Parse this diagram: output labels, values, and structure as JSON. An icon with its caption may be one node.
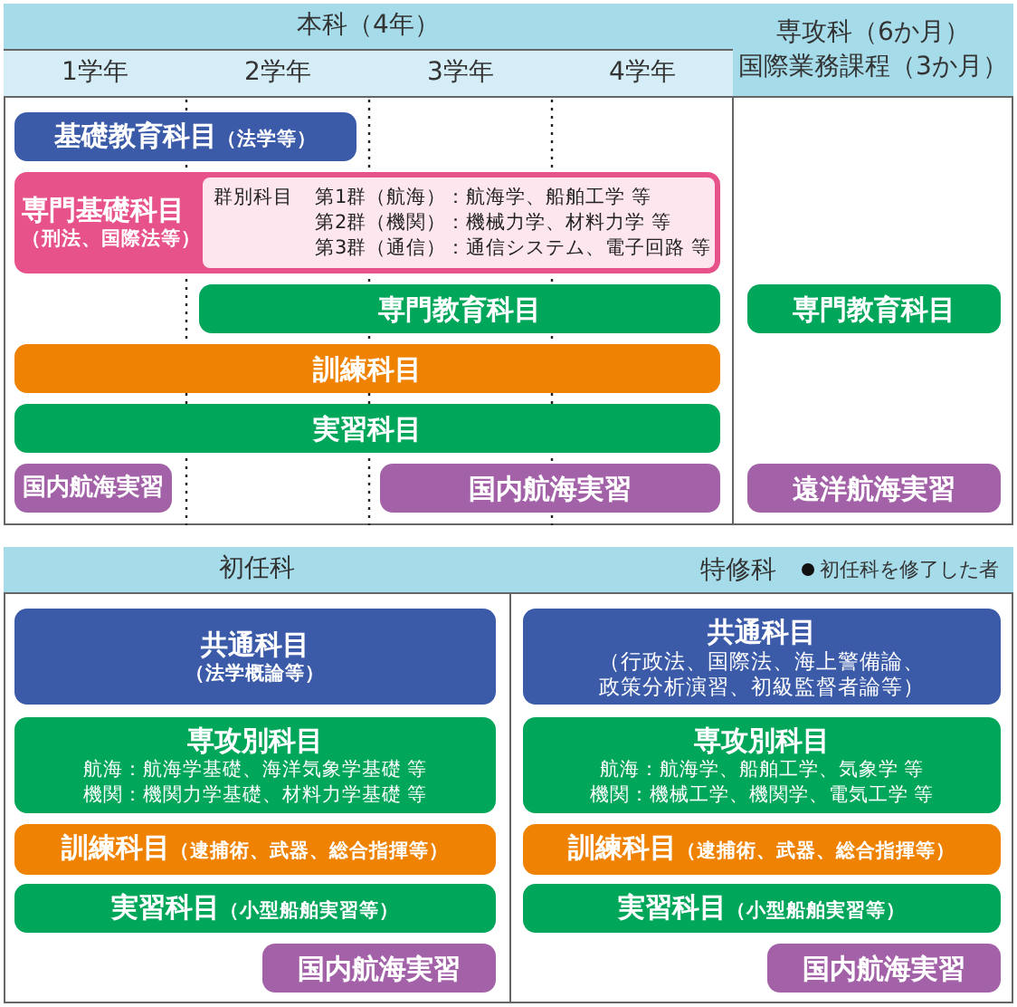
{
  "diagram": {
    "nodes": [
      {
        "text": [
          "本科（4年）"
        ]
      },
      {
        "text": [
          "1学年"
        ]
      },
      {
        "text": [
          "2学年"
        ]
      },
      {
        "text": [
          "3学年"
        ]
      },
      {
        "text": [
          "4学年"
        ]
      },
      {
        "text": [
          "専攻科（6か月）",
          "国際業務課程（3か月）"
        ]
      },
      {
        "text": [
          "基礎教育科目",
          "（法学等）"
        ]
      },
      {
        "text": [
          "専門基礎科目",
          "（刑法、国際法等）"
        ]
      },
      {
        "text": [
          "群別科目",
          "第1群（航海）：航海学、船舶工学 等",
          "第2群（機関）：機械力学、材料力学 等",
          "第3群（通信）：通信システム、電子回路 等"
        ],
        "in": 7
      },
      {
        "text": [
          "専門教育科目"
        ]
      },
      {
        "text": [
          "訓練科目"
        ]
      },
      {
        "text": [
          "実習科目"
        ]
      },
      {
        "text": [
          "国内航海実習"
        ]
      },
      {
        "text": [
          "国内航海実習"
        ]
      },
      {
        "text": [
          "専門教育科目"
        ]
      },
      {
        "text": [
          "遠洋航海実習"
        ]
      },
      {
        "text": [
          "初任科"
        ]
      },
      {
        "text": [
          "共通科目",
          "（法学概論等）"
        ]
      },
      {
        "text": [
          "専攻別科目",
          "航海：航海学基礎、海洋気象学基礎 等",
          "機関：機関力学基礎、材料力学基礎 等"
        ]
      },
      {
        "text": [
          "訓練科目",
          "（逮捕術、武器、総合指揮等）"
        ]
      },
      {
        "text": [
          "実習科目",
          "（小型船舶実習等）"
        ]
      },
      {
        "text": [
          "国内航海実習"
        ]
      },
      {
        "text": [
          "特修科",
          "初任科を修了した者"
        ]
      },
      {
        "text": [
          "共通科目",
          "（行政法、国際法、海上警備論、政策分析演習、初級監督者論等）"
        ]
      },
      {
        "text": [
          "専攻別科目",
          "航海：航海学、船舶工学、気象学 等",
          "機関：機械工学、機関学、電気工学 等"
        ]
      },
      {
        "text": [
          "訓練科目",
          "（逮捕術、武器、総合指揮等）"
        ]
      },
      {
        "text": [
          "実習科目",
          "（小型船舶実習等）"
        ]
      },
      {
        "text": [
          "国内航海実習"
        ]
      }
    ],
    "edges": []
  }
}
